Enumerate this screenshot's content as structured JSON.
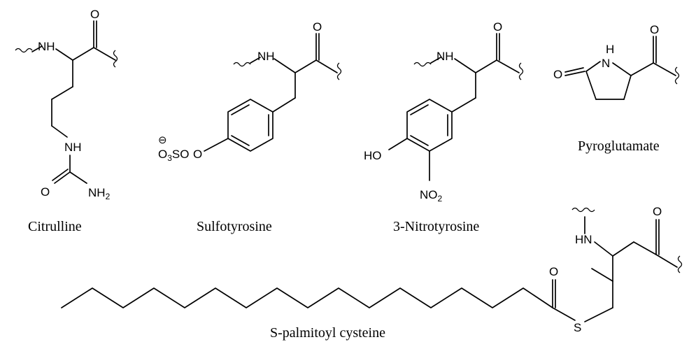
{
  "captions": {
    "citrulline": "Citrulline",
    "sulfotyrosine": "Sulfotyrosine",
    "nitrotyrosine": "3-Nitrotyrosine",
    "pyroglutamate": "Pyroglutamate",
    "palmitoyl": "S-palmitoyl cysteine"
  },
  "atoms": {
    "nh": "NH",
    "hn": "HN",
    "h": "H",
    "n": "N",
    "o": "O",
    "s": "S",
    "nh2": "NH",
    "sub2": "2",
    "sub3": "3",
    "so": "SO",
    "o3_o": "O",
    "ho": "HO",
    "no2": "NO",
    "minus": "⊖"
  }
}
